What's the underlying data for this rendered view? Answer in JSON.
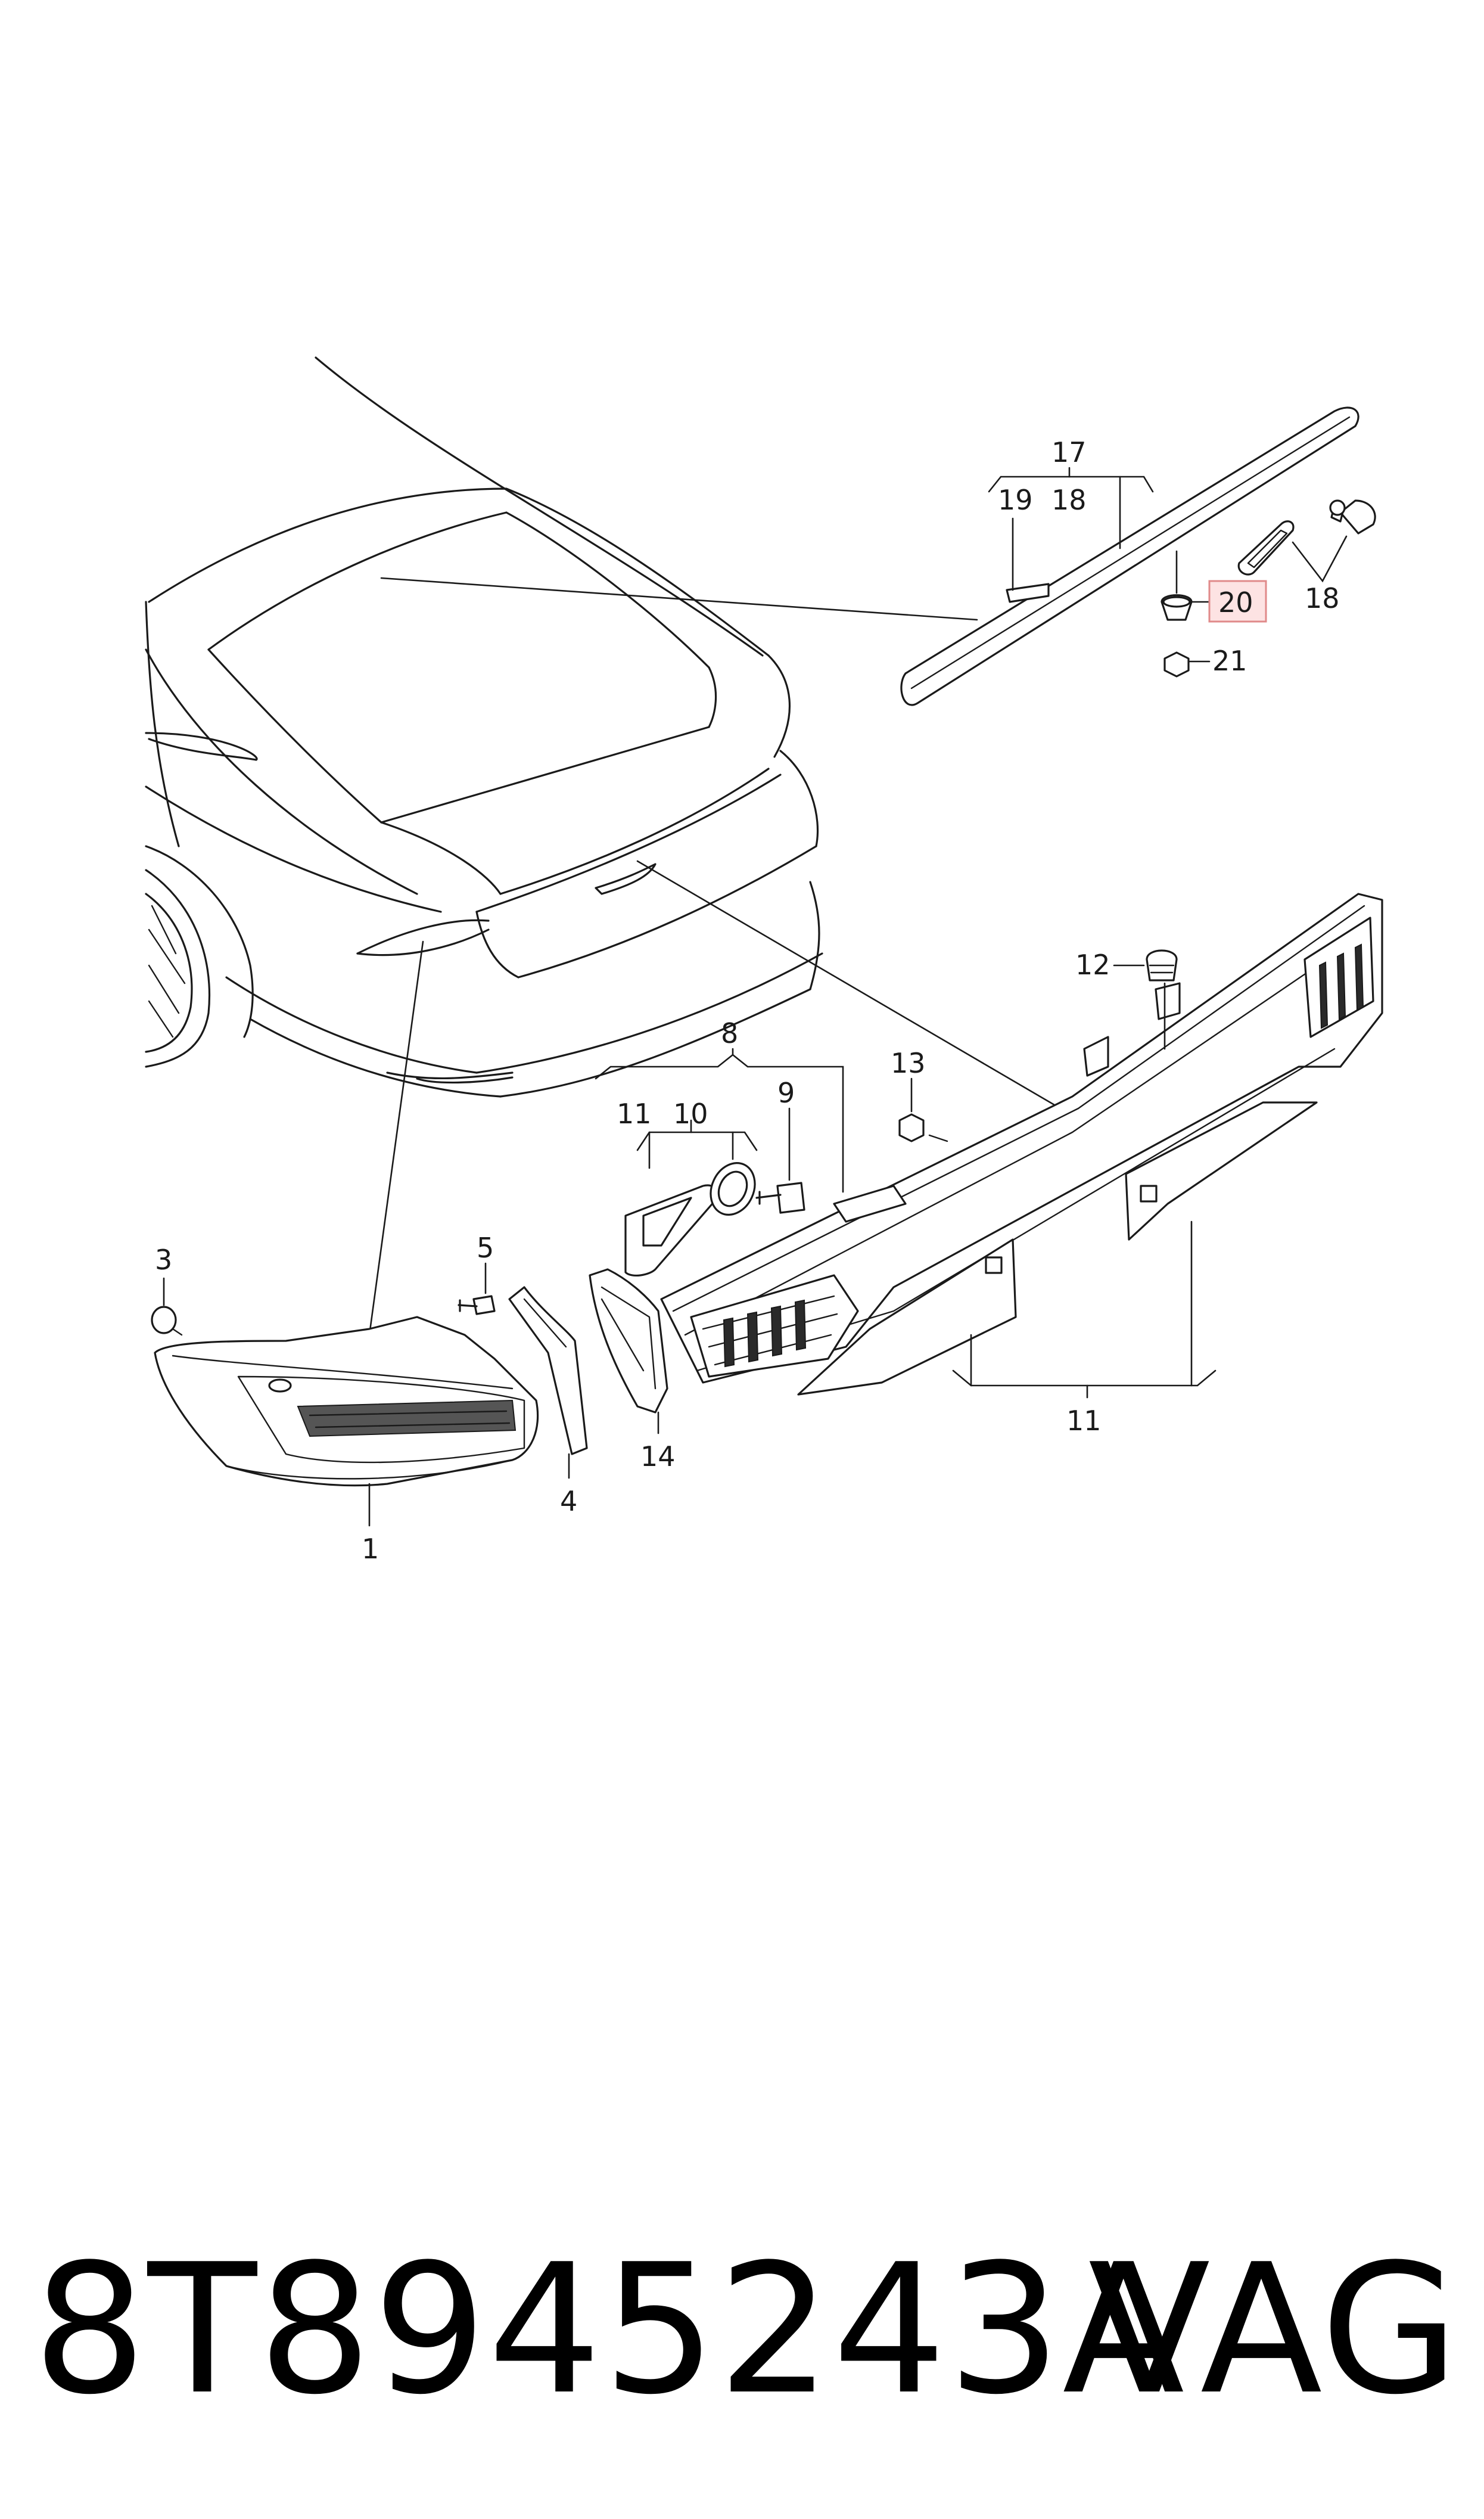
{
  "callouts": {
    "c1": "1",
    "c3": "3",
    "c4": "4",
    "c5": "5",
    "c8": "8",
    "c9": "9",
    "c10": "10",
    "c11a": "11",
    "c11b": "11",
    "c12": "12",
    "c13": "13",
    "c14": "14",
    "c17": "17",
    "c18a": "18",
    "c18b": "18",
    "c19": "19",
    "c20": "20",
    "c21": "21"
  },
  "highlight_color": "#fde3e3",
  "footer": {
    "part_number": "8T8945243A",
    "brand": "VAG"
  }
}
